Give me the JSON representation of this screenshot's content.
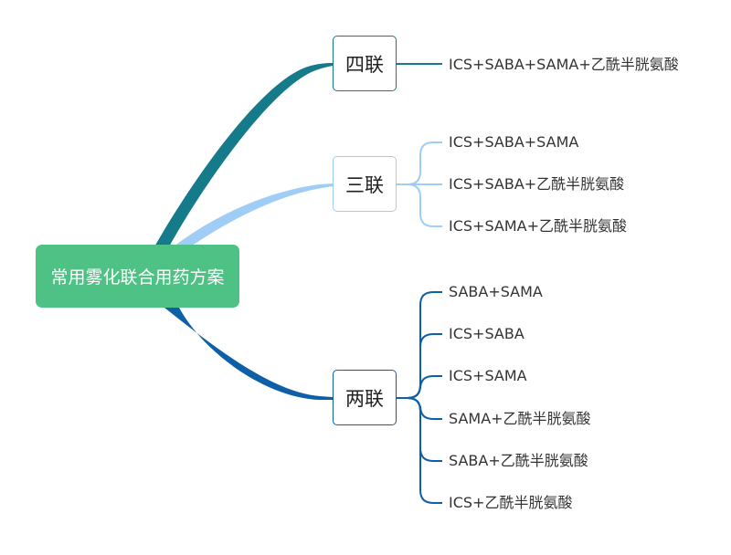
{
  "root": {
    "label": "常用雾化联合用药方案",
    "color": "#4ec285"
  },
  "branches": [
    {
      "key": "four",
      "label": "四联",
      "color": "#157a8a",
      "leaves": [
        "ICS+SABA+SAMA+乙酰半胱氨酸"
      ]
    },
    {
      "key": "three",
      "label": "三联",
      "color": "#9fcdf6",
      "leaves": [
        "ICS+SABA+SAMA",
        "ICS+SABA+乙酰半胱氨酸",
        "ICS+SAMA+乙酰半胱氨酸"
      ]
    },
    {
      "key": "two",
      "label": "两联",
      "color": "#0d5fa8",
      "leaves": [
        "SABA+SAMA",
        "ICS+SABA",
        "ICS+SAMA",
        "SAMA+乙酰半胱氨酸",
        "SABA+乙酰半胱氨酸",
        "ICS+乙酰半胱氨酸"
      ]
    }
  ]
}
